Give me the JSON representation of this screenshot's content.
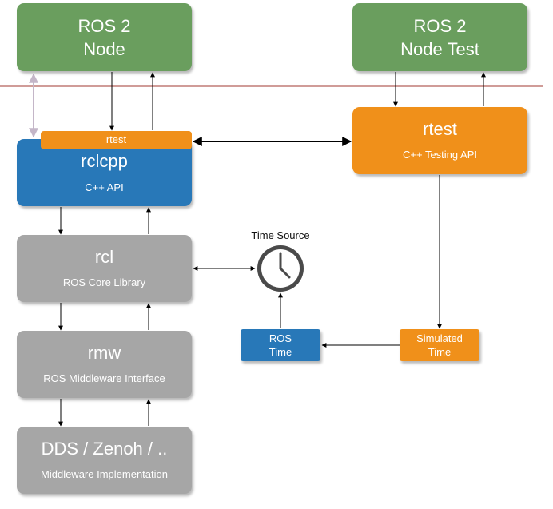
{
  "boxes": {
    "ros2_node": {
      "line1": "ROS 2",
      "line2": "Node"
    },
    "ros2_node_test": {
      "line1": "ROS 2",
      "line2": "Node Test"
    },
    "rtest_tab": {
      "title": "rtest"
    },
    "rclcpp": {
      "title": "rclcpp",
      "subtitle": "C++ API"
    },
    "rtest_api": {
      "title": "rtest",
      "subtitle": "C++ Testing API"
    },
    "rcl": {
      "title": "rcl",
      "subtitle": "ROS Core Library"
    },
    "rmw": {
      "title": "rmw",
      "subtitle": "ROS Middleware Interface"
    },
    "dds": {
      "title": "DDS / Zenoh / ..",
      "subtitle": "Middleware Implementation"
    },
    "ros_time": {
      "line1": "ROS",
      "line2": "Time"
    },
    "simulated_time": {
      "line1": "Simulated",
      "line2": "Time"
    }
  },
  "labels": {
    "time_source": "Time Source"
  },
  "icons": {
    "clock": "clock-icon"
  },
  "colors": {
    "green": "#6a9e5e",
    "blue": "#2878b8",
    "orange": "#f0901a",
    "gray": "#a6a6a6",
    "divider": "#b5605a"
  }
}
